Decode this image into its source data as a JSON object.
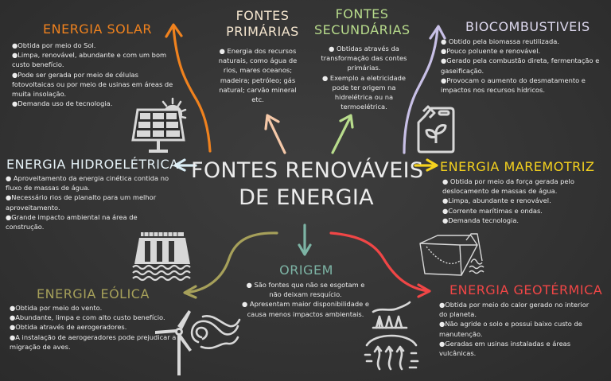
{
  "main_title": {
    "line1": "FONTES RENOVÁVEIS",
    "line2": "DE ENERGIA"
  },
  "colors": {
    "background": "#363636",
    "solar": "#f0821e",
    "hidro": "#d9edf5",
    "eolica": "#a6a05a",
    "maremotriz": "#f5d21e",
    "geotermica": "#f04646",
    "biocombustiveis": "#c8c0e6",
    "primarias": "#f5c8a8",
    "secundarias": "#b8dc8c",
    "origem": "#7db4a5",
    "text": "#ececec"
  },
  "sections": {
    "solar": {
      "title": "ENERGIA SOLAR",
      "items": [
        "●Obtida por meio do Sol.",
        "●Limpa, renovável, abundante e com um  bom custo benefício.",
        "●Pode ser gerada por meio de células fotovoltaicas ou por meio de usinas em áreas de muita insolação.",
        "●Demanda uso de tecnologia."
      ],
      "icon": "solar-panel-icon"
    },
    "primarias": {
      "title_line1": "FONTES",
      "title_line2": "PRIMÁRIAS",
      "items": [
        "● Energia dos recursos naturais, como água de rios, mares oceanos; madeira; petróleo; gás natural; carvão mineral etc."
      ]
    },
    "secundarias": {
      "title_line1": "FONTES",
      "title_line2": "SECUNDÁRIAS",
      "items": [
        "● Obtidas através da transformação das contes primárias.",
        "● Exemplo a eletricidade pode ter origem na hidrelétrica ou na termoelétrica."
      ]
    },
    "biocombustiveis": {
      "title": "BIOCOMBUSTIVEIS",
      "items": [
        "● Obtido pela biomassa reutilizada.",
        "●Pouco poluente e renovável.",
        "●Gerado pela combustão direta, fermentação e gaseificação.",
        "●Provocam o aumento do desmatamento e impactos nos recursos hídricos."
      ],
      "icon": "fuel-can-leaf-icon"
    },
    "hidro": {
      "title": "ENERGIA HIDROELÉTRICA",
      "items": [
        "● Aproveitamento da energia cinética contida no fluxo de massas de água.",
        "●Necessário rios de planalto para um melhor aproveitamento.",
        "●Grande impacto ambiental na área de construção."
      ],
      "icon": "dam-icon"
    },
    "maremotriz": {
      "title": "ENERGIA MAREMOTRIZ",
      "items": [
        "● Obtida por meio da força gerada pelo deslocamento de massas de água.",
        "●Limpa, abundante e renovável.",
        "●Corrente marítimas e ondas.",
        "●Demanda tecnologia."
      ],
      "icon": "tidal-plant-icon"
    },
    "origem": {
      "title": "ORIGEM",
      "items": [
        "● São fontes que não se esgotam e não deixam resquício.",
        "● Apresentam maior disponibilidade e causa menos impactos ambientais."
      ]
    },
    "eolica": {
      "title": "ENERGIA EÓLICA",
      "items": [
        "●Obtida por meio do vento.",
        "●Abundante, limpa e com alto custo benefício.",
        "●Obtida através de aerogeradores.",
        "●A instalação de aerogeradores pode prejudicar a migração de aves."
      ],
      "icon": "wind-turbine-icon"
    },
    "geotermica": {
      "title": "ENERGIA GEOTÉRMICA",
      "items": [
        "●Obtida por meio do calor gerado no interior do planeta.",
        "●Não agride o solo e possui baixo custo de manutenção.",
        "●Geradas em usinas instaladas e áreas vulcânicas."
      ],
      "icon": "geothermal-plant-icon"
    }
  }
}
